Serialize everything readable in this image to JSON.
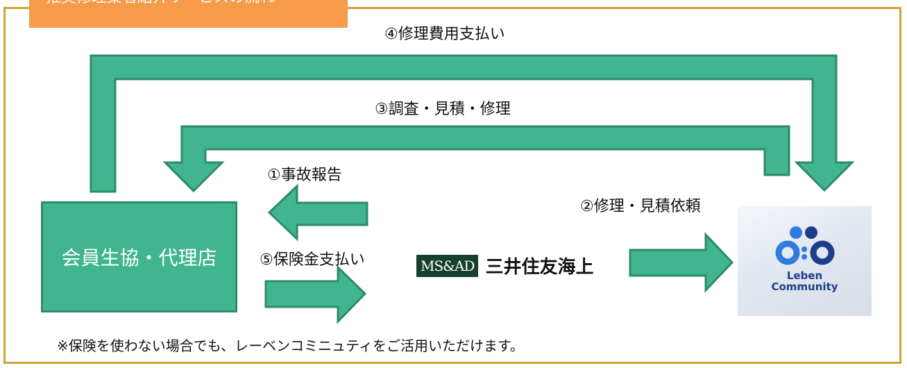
{
  "header": {
    "title": "推奨修理業者紹介サービスの流れ"
  },
  "steps": {
    "s1": "①事故報告",
    "s2": "②修理・見積依頼",
    "s3": "③調査・見積・修理",
    "s4": "④修理費用支払い",
    "s5": "⑤保険金支払い"
  },
  "nodes": {
    "member": "会員生協・代理店",
    "insurer_logo": "MS&AD",
    "insurer_name": "三井住友海上",
    "leben_line1": "Leben",
    "leben_line2": "Community"
  },
  "note": "※保険を使わない場合でも、レーベンコミニュティをご活用いただけます。",
  "colors": {
    "arrow_fill": "#40b58f",
    "arrow_stroke": "#2d8a6c",
    "tab": "#f79a4a",
    "frame": "#c9a33a",
    "leben_dark": "#1e3e8a",
    "leben_light": "#2f7ce0"
  }
}
